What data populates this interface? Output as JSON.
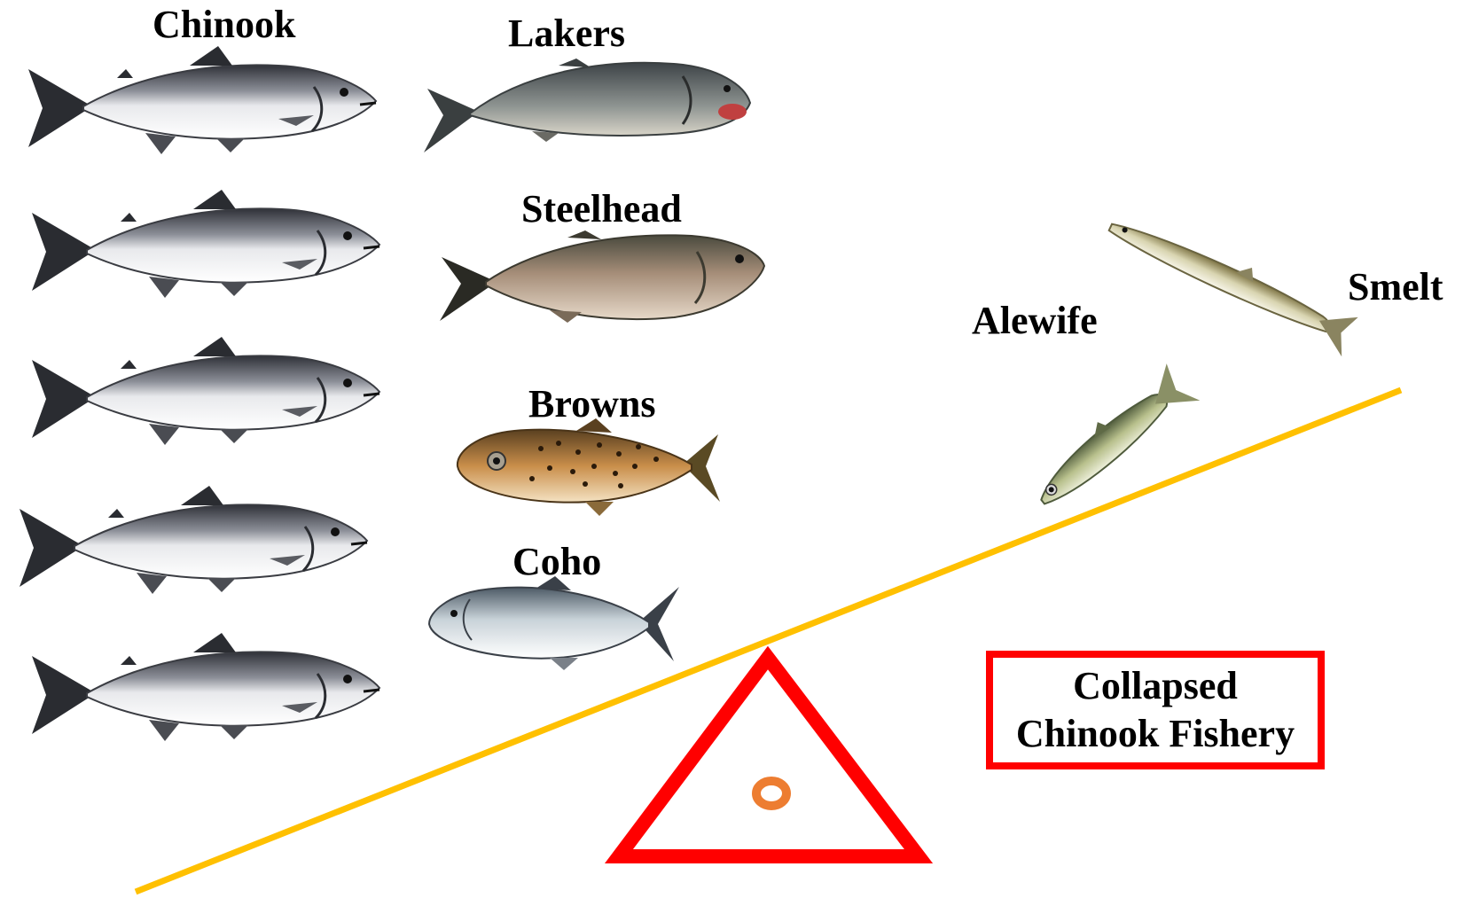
{
  "labels": {
    "chinook": "Chinook",
    "lakers": "Lakers",
    "steelhead": "Steelhead",
    "browns": "Browns",
    "coho": "Coho",
    "alewife": "Alewife",
    "smelt": "Smelt"
  },
  "callout": {
    "line1": "Collapsed",
    "line2": "Chinook Fishery"
  },
  "colors": {
    "beam": "#ffc000",
    "fulcrum": "#ff0000",
    "pivot": "#ed7d31",
    "callout_border": "#ff0000"
  }
}
